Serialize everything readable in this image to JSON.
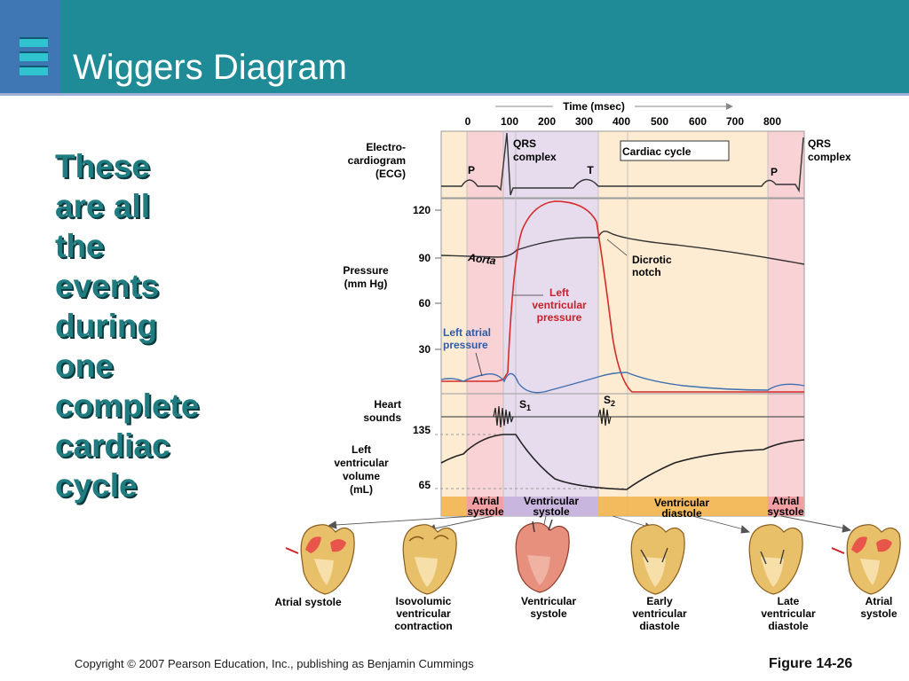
{
  "slide": {
    "title": "Wiggers Diagram",
    "left_text": "These\nare all\nthe\nevents\nduring\none\ncomplete\ncardiac\ncycle",
    "copyright": "Copyright © 2007 Pearson Education, Inc., publishing as Benjamin Cummings",
    "figure_label": "Figure 14-26"
  },
  "diagram": {
    "time_axis": {
      "label": "Time (msec)",
      "ticks": [
        "0",
        "100",
        "200",
        "300",
        "400",
        "500",
        "600",
        "700",
        "800"
      ]
    },
    "ecg": {
      "label_lines": [
        "Electro-",
        "cardiogram",
        "(ECG)"
      ],
      "qrs_label_lines": [
        "QRS",
        "complex"
      ],
      "qrs_right_label_lines": [
        "QRS",
        "complex"
      ],
      "p_label": "P",
      "t_label": "T",
      "p2_label": "P",
      "cardiac_cycle_label": "Cardiac cycle"
    },
    "pressure": {
      "label_lines": [
        "Pressure",
        "(mm Hg)"
      ],
      "ticks": [
        "120",
        "90",
        "60",
        "30"
      ],
      "aorta_label": "Aorta",
      "dicrotic_lines": [
        "Dicrotic",
        "notch"
      ],
      "lv_pressure_lines": [
        "Left",
        "ventricular",
        "pressure"
      ],
      "la_pressure_lines": [
        "Left atrial",
        "pressure"
      ]
    },
    "heart_sounds": {
      "label_lines": [
        "Heart",
        "sounds"
      ],
      "s1_base": "S",
      "s1_sub": "1",
      "s2_base": "S",
      "s2_sub": "2"
    },
    "volume": {
      "label_lines": [
        "Left",
        "ventricular",
        "volume",
        "(mL)"
      ],
      "ticks": [
        "135",
        "65"
      ]
    },
    "phases": [
      {
        "lines": [
          "Atrial",
          "systole"
        ]
      },
      {
        "lines": [
          "Ventricular",
          "systole"
        ]
      },
      {
        "lines": [
          "Ventricular",
          "diastole"
        ]
      },
      {
        "lines": [
          "Atrial",
          "systole"
        ]
      }
    ],
    "hearts": [
      {
        "lines": [
          "Atrial systole"
        ]
      },
      {
        "lines": [
          "Isovolumic",
          "ventricular",
          "contraction"
        ]
      },
      {
        "lines": [
          "Ventricular",
          "systole"
        ]
      },
      {
        "lines": [
          "Early",
          "ventricular",
          "diastole"
        ]
      },
      {
        "lines": [
          "Late",
          "ventricular",
          "diastole"
        ]
      },
      {
        "lines": [
          "Atrial",
          "systole"
        ]
      }
    ],
    "colors": {
      "atrial_systole_band": "#f8d2d4",
      "ventricular_systole_band": "#e6dcee",
      "diastole_band": "#fdecd2",
      "lv_pressure_line": "#d62b2b",
      "la_pressure_line": "#3f6fb0",
      "aorta_line": "#333333",
      "lv_pressure_text": "#c8202a",
      "la_pressure_text": "#2d5aa6"
    }
  }
}
